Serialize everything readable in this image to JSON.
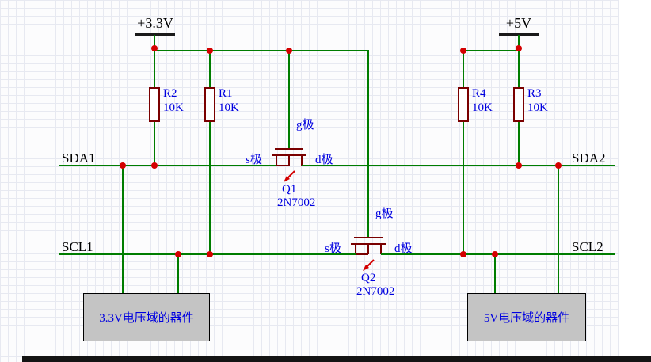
{
  "power_labels": {
    "left": "+3.3V",
    "right": "+5V"
  },
  "net_labels": {
    "sda1": "SDA1",
    "scl1": "SCL1",
    "sda2": "SDA2",
    "scl2": "SCL2"
  },
  "resistors": {
    "r2": {
      "ref": "R2",
      "value": "10K"
    },
    "r1": {
      "ref": "R1",
      "value": "10K"
    },
    "r4": {
      "ref": "R4",
      "value": "10K"
    },
    "r3": {
      "ref": "R3",
      "value": "10K"
    }
  },
  "transistors": {
    "q1": {
      "ref": "Q1",
      "part": "2N7002",
      "gate": "g极",
      "source": "s极",
      "drain": "d极"
    },
    "q2": {
      "ref": "Q2",
      "part": "2N7002",
      "gate": "g极",
      "source": "s极",
      "drain": "d极"
    }
  },
  "blocks": {
    "left": "3.3V电压域的器件",
    "right": "5V电压域的器件"
  },
  "colors": {
    "wire": "#007d00",
    "symbol_outline": "#7a0000",
    "junction": "#d40000",
    "designator_text": "#0000e0",
    "net_text": "#000000",
    "block_fill": "#c4c4c4"
  }
}
